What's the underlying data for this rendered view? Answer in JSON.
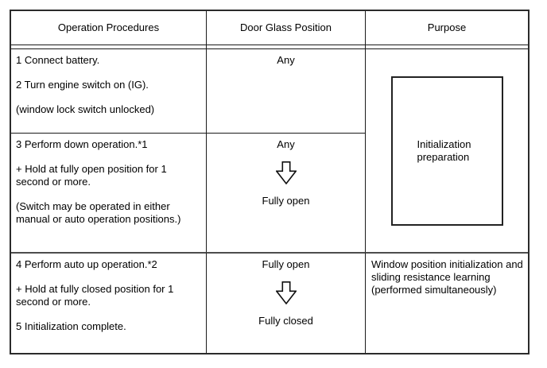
{
  "table": {
    "headers": [
      "Operation Procedures",
      "Door Glass Position",
      "Purpose"
    ],
    "rows": [
      {
        "operation_steps": [
          "1 Connect battery.",
          "2 Turn engine switch on (IG).",
          "(window lock switch unlocked)"
        ],
        "door_glass": {
          "value": "Any"
        }
      },
      {
        "operation_steps": [
          "3 Perform down operation.*1",
          "+ Hold at fully open position for 1 second or more.",
          "(Switch may be operated in either manual or auto operation positions.)"
        ],
        "door_glass": {
          "start": "Any",
          "end": "Fully open",
          "transition_icon": "down-block-arrow"
        }
      },
      {
        "operation_steps": [
          "4 Perform auto up operation.*2",
          "+ Hold at fully closed position for 1 second or more.",
          "5 Initialization complete."
        ],
        "door_glass": {
          "start": "Fully open",
          "end": "Fully closed",
          "transition_icon": "down-block-arrow"
        }
      }
    ],
    "purpose": {
      "rows_1_2": "Initialization preparation",
      "row_3": "Window position initialization and sliding resistance learning (performed simultaneously)"
    }
  },
  "colors": {
    "background": "#ffffff",
    "text": "#000000",
    "grid_line": "#1a1a1a",
    "thick_divider": "#4d4d4d",
    "outer_border": "#2b2b2b"
  }
}
